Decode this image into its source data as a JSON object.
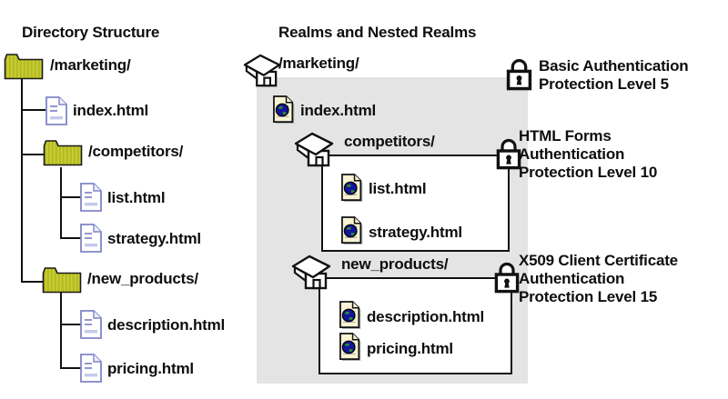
{
  "titles": {
    "left": "Directory Structure",
    "right": "Realms and Nested Realms"
  },
  "tree": {
    "root": "/marketing/",
    "index": "index.html",
    "competitors": "/competitors/",
    "list": "list.html",
    "strategy": "strategy.html",
    "new_products": "/new_products/",
    "description": "description.html",
    "pricing": "pricing.html"
  },
  "realms": {
    "marketing": {
      "label": "/marketing/",
      "index": "index.html"
    },
    "competitors": {
      "label": "competitors/",
      "files": [
        "list.html",
        "strategy.html"
      ]
    },
    "new_products": {
      "label": "new_products/",
      "files": [
        "description.html",
        "pricing.html"
      ]
    }
  },
  "annotations": {
    "basic": {
      "lines": [
        "Basic Authentication",
        "Protection Level 5"
      ]
    },
    "forms": {
      "lines": [
        "HTML Forms",
        "Authentication",
        "Protection Level 10"
      ]
    },
    "x509": {
      "lines": [
        "X509 Client Certificate",
        "Authentication",
        "Protection Level 15"
      ]
    }
  },
  "colors": {
    "realm_background": "#e4e4e4",
    "folder_fill": "#b6bc1e",
    "file_outline": "#8085c8",
    "document_fill": "#f8f3d4",
    "globe_fill": "#14149c",
    "line_color": "#111111"
  }
}
